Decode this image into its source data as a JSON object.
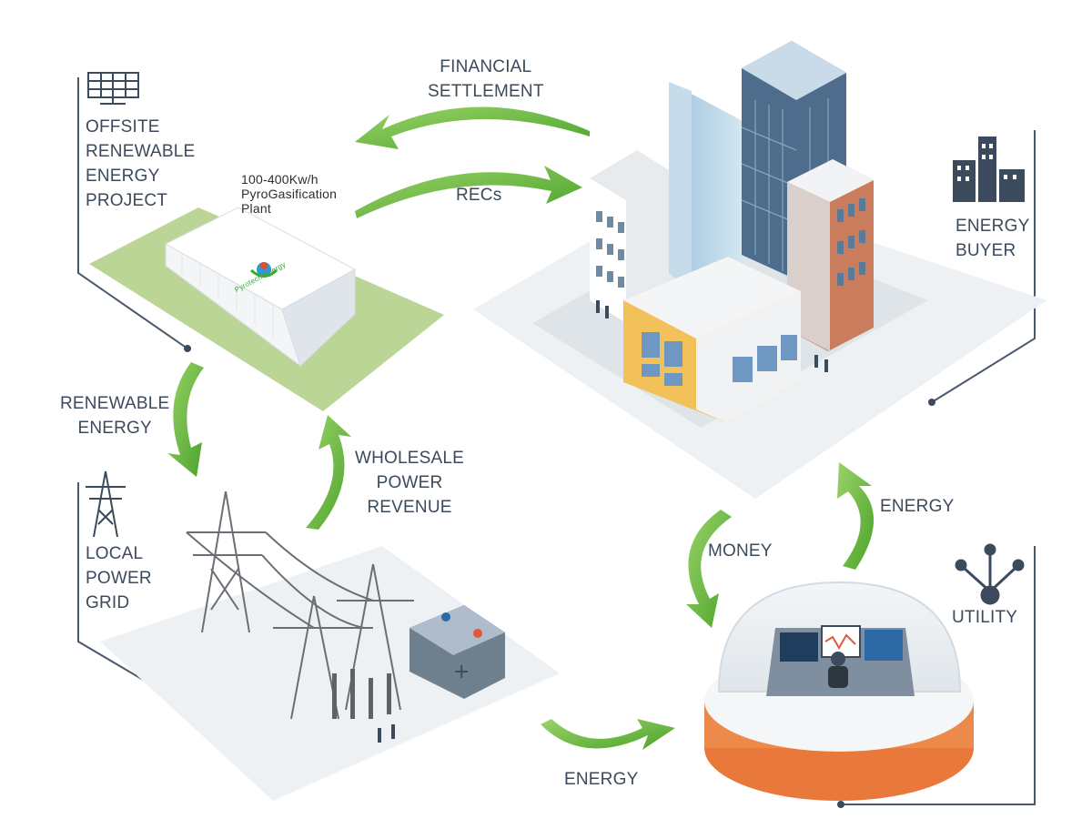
{
  "labels": {
    "offsite_project": [
      "OFFSITE",
      "RENEWABLE",
      "ENERGY",
      "PROJECT"
    ],
    "plant": [
      "100-400Kw/h",
      "PyroGasification",
      "Plant"
    ],
    "plant_brand": "Pyrotech Energy",
    "financial_settlement": [
      "FINANCIAL",
      "SETTLEMENT"
    ],
    "recs": "RECs",
    "energy_buyer": [
      "ENERGY",
      "BUYER"
    ],
    "renewable_energy": [
      "RENEWABLE",
      "ENERGY"
    ],
    "wholesale_revenue": [
      "WHOLESALE",
      "POWER",
      "REVENUE"
    ],
    "local_power_grid": [
      "LOCAL",
      "POWER",
      "GRID"
    ],
    "energy_to_buyer": "ENERGY",
    "money": "MONEY",
    "utility": "UTILITY",
    "energy_to_utility": "ENERGY"
  },
  "icons": [
    "solar-panel-icon",
    "office-buildings-icon",
    "transmission-tower-icon",
    "network-nodes-icon",
    "battery-icon",
    "company-logo-icon"
  ],
  "colors": {
    "arrow_green": "#5cb335",
    "label_text": "#3b4a5c",
    "site_grass": "#bad595",
    "dome_base": "#e9793a"
  }
}
